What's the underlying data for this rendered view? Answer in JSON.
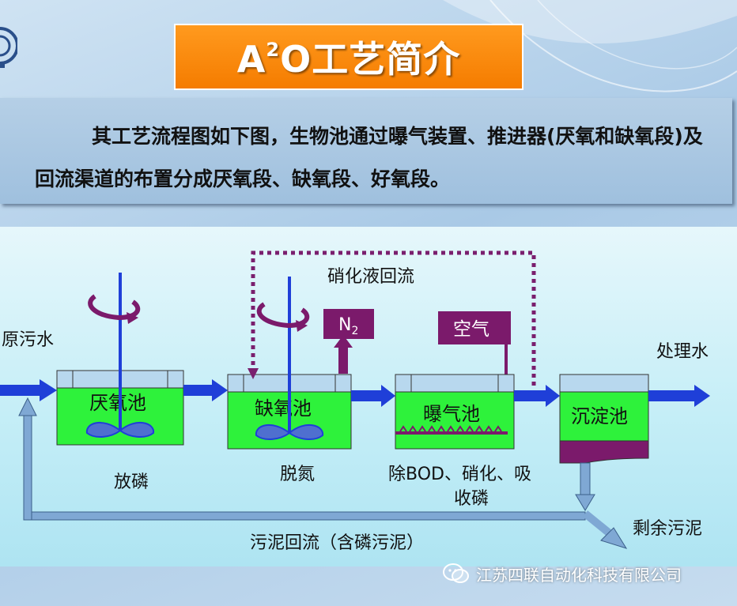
{
  "title": {
    "main": "A",
    "sup": "2",
    "rest": "O工艺简介"
  },
  "description": "其工艺流程图如下图，生物池通过曝气装置、推进器(厌氧和缺氧段)及回流渠道的布置分成厌氧段、缺氧段、好氧段。",
  "diagram": {
    "inflow": "原污水",
    "outflow": "处理水",
    "recycle_label": "硝化液回流",
    "n2_label": "N",
    "n2_sub": "2",
    "air_label": "空气",
    "tanks": [
      {
        "name": "厌氧池",
        "function": "放磷"
      },
      {
        "name": "缺氧池",
        "function": "脱氮"
      },
      {
        "name": "曝气池",
        "function_line1": "除BOD、硝化、吸",
        "function_line2": "收磷"
      },
      {
        "name": "沉淀池"
      }
    ],
    "sludge_return": "污泥回流（含磷污泥）",
    "excess_sludge": "剩余污泥"
  },
  "watermark": "江苏四联自动化科技有限公司",
  "colors": {
    "title_bg": "#f57c00",
    "tank_fill": "#2ef23b",
    "flow_arrow": "#1f3fd8",
    "recycle_dotted": "#7a1f6e",
    "box_purple": "#7b1a6b",
    "return_line": "#7fa8d4"
  }
}
